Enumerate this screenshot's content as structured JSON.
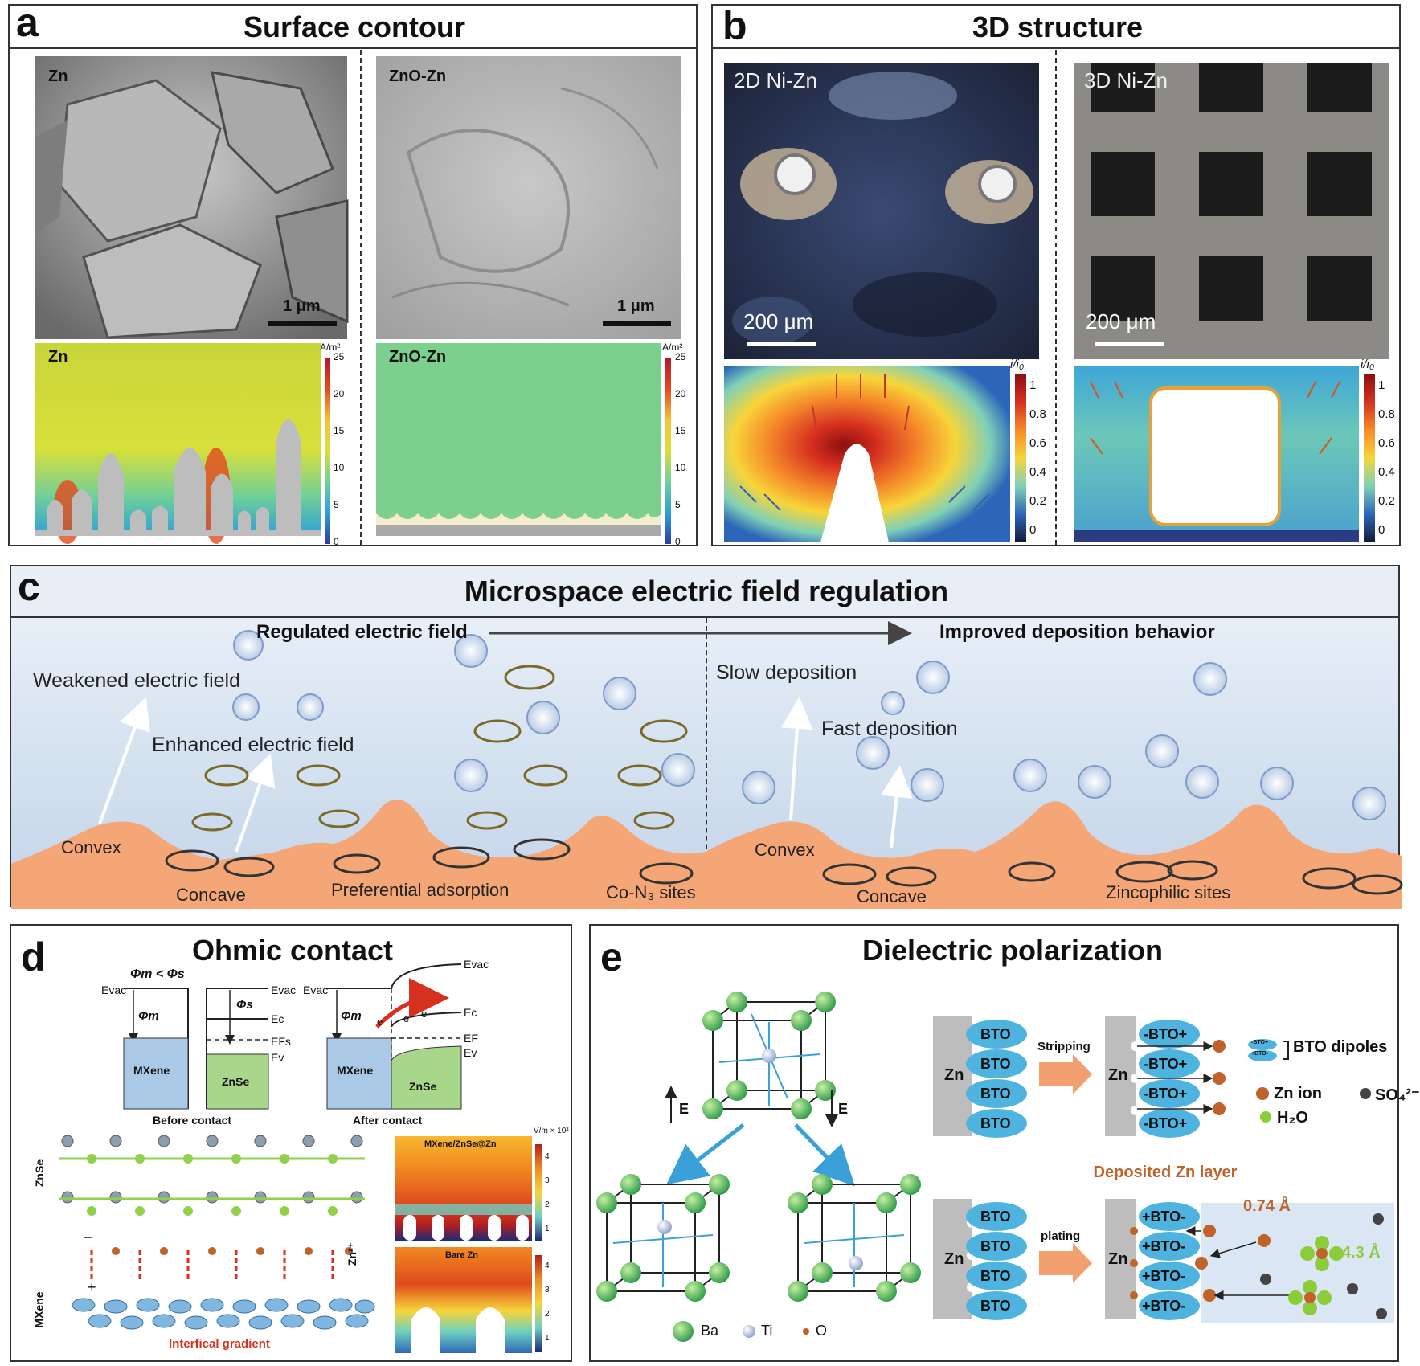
{
  "colors": {
    "zn_orange": "#f3a070",
    "bto_blue": "#4fb3e0",
    "mxene_blue": "#a9c9e6",
    "znse_green": "#a8d68a",
    "title_bg": "#dce8f4",
    "arrow_blue": "#3aa1d8",
    "ion_brown": "#c0632a",
    "h2o_green": "#8ccc3a"
  },
  "panel_a": {
    "letter": "a",
    "title": "Surface contour",
    "left": {
      "sem_label": "Zn",
      "scale": "1 μm",
      "sim_label": "Zn",
      "unit": "A/m²",
      "ticks": [
        "25",
        "20",
        "15",
        "10",
        "5",
        "0"
      ]
    },
    "right": {
      "sem_label": "ZnO-Zn",
      "scale": "1 μm",
      "sim_label": "ZnO-Zn",
      "unit": "A/m²",
      "ticks": [
        "25",
        "20",
        "15",
        "10",
        "5",
        "0"
      ]
    }
  },
  "panel_b": {
    "letter": "b",
    "title": "3D structure",
    "left": {
      "label": "2D Ni-Zn",
      "scale": "200 μm",
      "unit": "i/i₀",
      "ticks": [
        "1",
        "0.8",
        "0.6",
        "0.4",
        "0.2",
        "0"
      ]
    },
    "right": {
      "label": "3D Ni-Zn",
      "scale": "200 μm",
      "unit": "i/i₀",
      "ticks": [
        "1",
        "0.8",
        "0.6",
        "0.4",
        "0.2",
        "0"
      ]
    }
  },
  "panel_c": {
    "letter": "c",
    "title": "Microspace electric field regulation",
    "sub_left": "Regulated electric field",
    "sub_right": "Improved deposition behavior",
    "labels": {
      "weakened": "Weakened electric field",
      "enhanced": "Enhanced electric field",
      "convex_l": "Convex",
      "concave_l": "Concave",
      "pref": "Preferential adsorption",
      "con": "Co-N₃ sites",
      "slow": "Slow deposition",
      "fast": "Fast deposition",
      "convex_r": "Convex",
      "concave_r": "Concave",
      "zincophilic": "Zincophilic sites"
    }
  },
  "panel_d": {
    "letter": "d",
    "title": "Ohmic contact",
    "before": {
      "cond": "Φm < Φs",
      "evac_l": "Evac",
      "evac_r": "Evac",
      "phi_m": "Φm",
      "phi_s": "Φs",
      "ec": "Ec",
      "efs": "EFs",
      "ev": "Ev",
      "mxene": "MXene",
      "znse": "ZnSe",
      "caption": "Before contact"
    },
    "after": {
      "evac_l": "Evac",
      "evac_r": "Evac",
      "phi_m": "Φm",
      "e1": "e⁻",
      "e2": "e⁻",
      "e3": "e⁻",
      "ec": "Ec",
      "ef": "EF",
      "ev": "Ev",
      "mxene": "MXene",
      "znse": "ZnSe",
      "caption": "After contact"
    },
    "structure": {
      "znse": "ZnSe",
      "mxene": "MXene",
      "zn2": "Zn²⁺",
      "minus": "−",
      "plus": "+",
      "gradient": "Interfical gradient"
    },
    "sim": {
      "top": "MXene/ZnSe@Zn",
      "bottom": "Bare Zn",
      "unit": "V/m × 10³",
      "ticks_top": [
        "4",
        "3",
        "2",
        "1"
      ],
      "ticks_bottom": [
        "4",
        "3",
        "2",
        "1"
      ]
    }
  },
  "panel_e": {
    "letter": "e",
    "title": "Dielectric polarization",
    "field": "E",
    "legend": {
      "ba": "Ba",
      "ti": "Ti",
      "o": "O"
    },
    "top": {
      "zn": "Zn",
      "bto": "BTO",
      "action": "Stripping",
      "zn2": "Zn",
      "dipole": "-BTO+",
      "dip_top": "-BTO+",
      "dip_bot": "+BTO-",
      "dipoles_label": "BTO dipoles",
      "zn_ion": "Zn ion",
      "so4": "SO₄²⁻",
      "h2o": "H₂O",
      "zn_sym": "Zn²⁺"
    },
    "bottom": {
      "zn": "Zn",
      "bto": "BTO",
      "action": "plating",
      "zn2": "Zn",
      "dipole": "+BTO-",
      "deposited": "Deposited Zn layer",
      "d1": "0.74 Å",
      "d2": "4.3 Å",
      "zn_sym": "Zn²⁺"
    }
  }
}
